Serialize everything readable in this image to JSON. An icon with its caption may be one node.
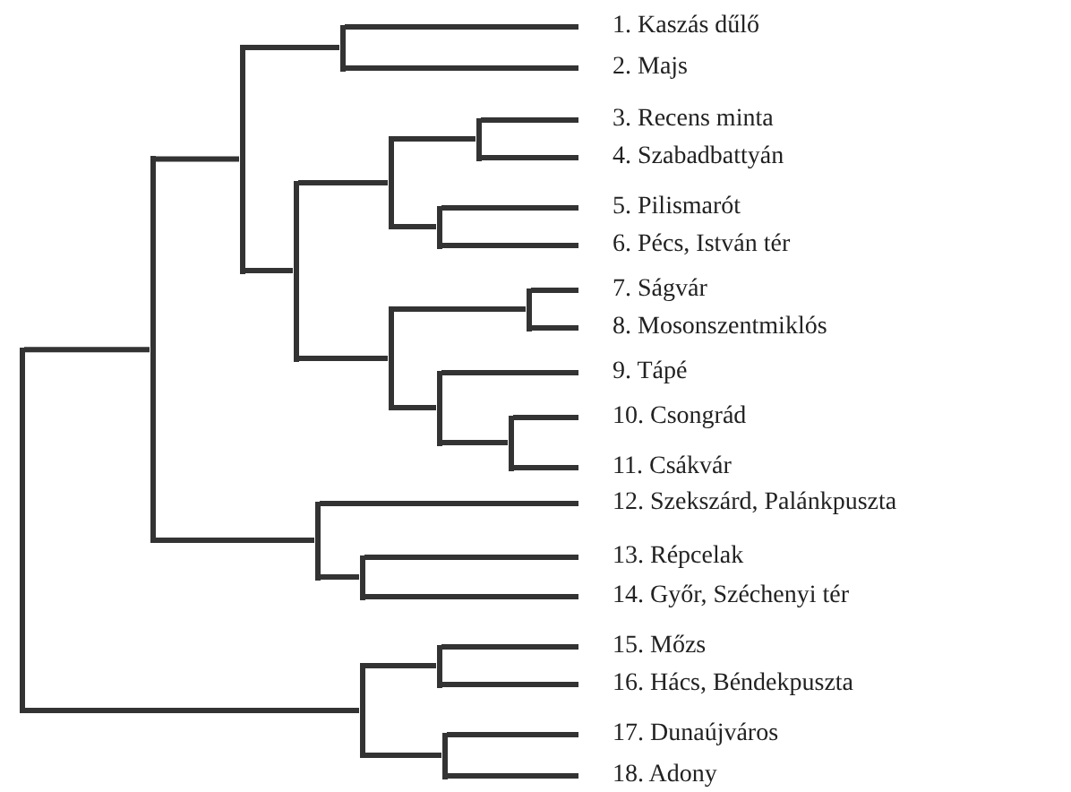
{
  "diagram": {
    "nodes": [
      {
        "text": [
          "1. Kaszás dűlő"
        ]
      },
      {
        "text": [
          "2. Majs"
        ]
      },
      {
        "text": [
          "3. Recens minta"
        ]
      },
      {
        "text": [
          "4. Szabadbattyán"
        ]
      },
      {
        "text": [
          "5. Pilismarót"
        ]
      },
      {
        "text": [
          "6. Pécs, István tér"
        ]
      },
      {
        "text": [
          "7. Ságvár"
        ]
      },
      {
        "text": [
          "8. Mosonszentmiklós"
        ]
      },
      {
        "text": [
          "9. Tápé"
        ]
      },
      {
        "text": [
          "10. Csongrád"
        ]
      },
      {
        "text": [
          "11. Csákvár"
        ]
      },
      {
        "text": [
          "12. Szekszárd, Palánkpuszta"
        ]
      },
      {
        "text": [
          "13. Répcelak"
        ]
      },
      {
        "text": [
          "14. Győr, Széchenyi tér"
        ]
      },
      {
        "text": [
          "15. Mőzs"
        ]
      },
      {
        "text": [
          "16. Hács, Béndekpuszta"
        ]
      },
      {
        "text": [
          "17. Dunaújváros"
        ]
      },
      {
        "text": [
          "18. Adony"
        ]
      },
      {
        "text": [],
        "shape": "point"
      },
      {
        "text": [],
        "shape": "point"
      },
      {
        "text": [],
        "shape": "point"
      },
      {
        "text": [],
        "shape": "point"
      },
      {
        "text": [],
        "shape": "point"
      },
      {
        "text": [],
        "shape": "point"
      },
      {
        "text": [],
        "shape": "point"
      },
      {
        "text": [],
        "shape": "point"
      },
      {
        "text": [],
        "shape": "point"
      },
      {
        "text": [],
        "shape": "point"
      },
      {
        "text": [],
        "shape": "point"
      },
      {
        "text": [],
        "shape": "point"
      },
      {
        "text": [],
        "shape": "point"
      },
      {
        "text": [],
        "shape": "point"
      },
      {
        "text": [],
        "shape": "point"
      },
      {
        "text": [],
        "shape": "point"
      },
      {
        "text": [],
        "shape": "point"
      }
    ],
    "edges": [
      {
        "from": 18,
        "to": 19,
        "arrow": "none"
      },
      {
        "from": 18,
        "to": 32,
        "arrow": "none"
      },
      {
        "from": 19,
        "to": 20,
        "arrow": "none"
      },
      {
        "from": 19,
        "to": 30,
        "arrow": "none"
      },
      {
        "from": 20,
        "to": 21,
        "arrow": "none"
      },
      {
        "from": 20,
        "to": 22,
        "arrow": "none"
      },
      {
        "from": 21,
        "to": 0,
        "arrow": "none"
      },
      {
        "from": 21,
        "to": 1,
        "arrow": "none"
      },
      {
        "from": 22,
        "to": 23,
        "arrow": "none"
      },
      {
        "from": 22,
        "to": 26,
        "arrow": "none"
      },
      {
        "from": 23,
        "to": 24,
        "arrow": "none"
      },
      {
        "from": 23,
        "to": 25,
        "arrow": "none"
      },
      {
        "from": 24,
        "to": 2,
        "arrow": "none"
      },
      {
        "from": 24,
        "to": 3,
        "arrow": "none"
      },
      {
        "from": 25,
        "to": 4,
        "arrow": "none"
      },
      {
        "from": 25,
        "to": 5,
        "arrow": "none"
      },
      {
        "from": 26,
        "to": 27,
        "arrow": "none"
      },
      {
        "from": 26,
        "to": 28,
        "arrow": "none"
      },
      {
        "from": 27,
        "to": 6,
        "arrow": "none"
      },
      {
        "from": 27,
        "to": 7,
        "arrow": "none"
      },
      {
        "from": 28,
        "to": 8,
        "arrow": "none"
      },
      {
        "from": 28,
        "to": 29,
        "arrow": "none"
      },
      {
        "from": 29,
        "to": 9,
        "arrow": "none"
      },
      {
        "from": 29,
        "to": 10,
        "arrow": "none"
      },
      {
        "from": 30,
        "to": 11,
        "arrow": "none"
      },
      {
        "from": 30,
        "to": 31,
        "arrow": "none"
      },
      {
        "from": 31,
        "to": 12,
        "arrow": "none"
      },
      {
        "from": 31,
        "to": 13,
        "arrow": "none"
      },
      {
        "from": 32,
        "to": 33,
        "arrow": "none"
      },
      {
        "from": 32,
        "to": 34,
        "arrow": "none"
      },
      {
        "from": 33,
        "to": 14,
        "arrow": "none"
      },
      {
        "from": 33,
        "to": 15,
        "arrow": "none"
      },
      {
        "from": 34,
        "to": 16,
        "arrow": "none"
      },
      {
        "from": 34,
        "to": 17,
        "arrow": "none"
      }
    ]
  }
}
